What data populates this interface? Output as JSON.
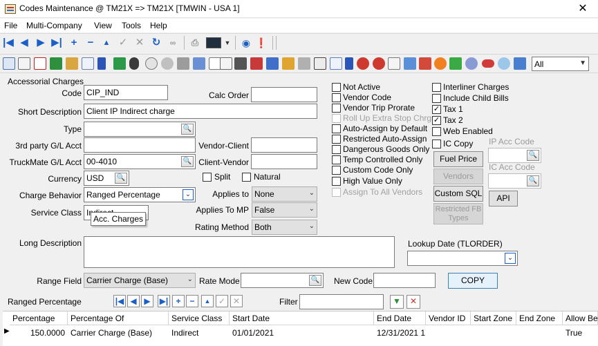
{
  "window": {
    "title": "Codes Maintenance @ TM21X => TM21X [TMWIN - USA 1]",
    "close": "✕"
  },
  "menu": {
    "file": "File",
    "multi_company": "Multi-Company",
    "view": "View",
    "tools": "Tools",
    "help": "Help"
  },
  "toolbar2": {
    "filter_value": "All"
  },
  "section": {
    "accessorial_charges": "Accessorial Charges",
    "ranged_percentage": "Ranged Percentage"
  },
  "fields": {
    "code_label": "Code",
    "code": "CIP_IND",
    "calc_order_label": "Calc Order",
    "calc_order": "",
    "short_desc_label": "Short Description",
    "short_desc": "Client IP Indirect charge",
    "type_label": "Type",
    "type": "",
    "third_party_gl_label": "3rd party G/L Acct",
    "third_party_gl": "",
    "vendor_client_label": "Vendor-Client",
    "vendor_client": "",
    "truckmate_gl_label": "TruckMate G/L Acct",
    "truckmate_gl": "00-4010",
    "client_vendor_label": "Client-Vendor",
    "client_vendor": "",
    "currency_label": "Currency",
    "currency": "USD",
    "split_label": "Split",
    "natural_label": "Natural",
    "charge_behavior_label": "Charge Behavior",
    "charge_behavior": "Ranged Percentage",
    "applies_to_label": "Applies to",
    "applies_to": "None",
    "service_class_label": "Service Class",
    "service_class": "Indirect",
    "service_class_tooltip": "Acc. Charges",
    "applies_to_mp_label": "Applies To MP",
    "applies_to_mp": "False",
    "rating_method_label": "Rating Method",
    "rating_method": "Both",
    "long_desc_label": "Long Description",
    "long_desc": "",
    "lookup_date_label": "Lookup Date (TLORDER)",
    "lookup_date": "",
    "range_field_label": "Range Field",
    "range_field": "Carrier Charge (Base)",
    "rate_mode_label": "Rate Mode",
    "rate_mode": "",
    "new_code_label": "New Code",
    "new_code": "",
    "copy_button": "COPY",
    "filter_label": "Filter",
    "filter": ""
  },
  "checks_col1": [
    {
      "label": "Not Active",
      "checked": false,
      "disabled": false
    },
    {
      "label": "Vendor Code",
      "checked": false,
      "disabled": false
    },
    {
      "label": "Vendor Trip Prorate",
      "checked": false,
      "disabled": false
    },
    {
      "label": "Roll Up Extra Stop Chrgs",
      "checked": false,
      "disabled": true
    },
    {
      "label": "Auto-Assign by Default",
      "checked": false,
      "disabled": false
    },
    {
      "label": "Restricted Auto-Assign",
      "checked": false,
      "disabled": false
    },
    {
      "label": "Dangerous Goods Only",
      "checked": false,
      "disabled": false
    },
    {
      "label": "Temp Controlled Only",
      "checked": false,
      "disabled": false
    },
    {
      "label": "Custom Code Only",
      "checked": false,
      "disabled": false
    },
    {
      "label": "High Value Only",
      "checked": false,
      "disabled": false
    },
    {
      "label": "Assign To All Vendors",
      "checked": false,
      "disabled": true
    }
  ],
  "checks_col2": [
    {
      "label": "Interliner Charges",
      "checked": false
    },
    {
      "label": "Include Child Bills",
      "checked": false
    },
    {
      "label": "Tax 1",
      "checked": true
    },
    {
      "label": "Tax 2",
      "checked": true
    },
    {
      "label": "Web Enabled",
      "checked": false
    },
    {
      "label": "IC Copy",
      "checked": false
    }
  ],
  "ic": {
    "ip_acc_code_label": "IP Acc Code",
    "ic_acc_code_label": "IC Acc Code"
  },
  "buttons": {
    "fuel_price": "Fuel Price",
    "vendors": "Vendors",
    "custom_sql": "Custom SQL",
    "restricted_fb_types": "Restricted FB Types",
    "api": "API"
  },
  "grid": {
    "columns": [
      "Percentage",
      "Percentage Of",
      "Service Class",
      "Start Date",
      "End Date",
      "Vendor ID",
      "Start Zone",
      "End Zone",
      "Allow Bet"
    ],
    "rows": [
      [
        "150.0000",
        "Carrier Charge (Base)",
        "Indirect",
        "01/01/2021",
        "12/31/2021 1",
        "",
        "",
        "",
        "True"
      ]
    ]
  }
}
